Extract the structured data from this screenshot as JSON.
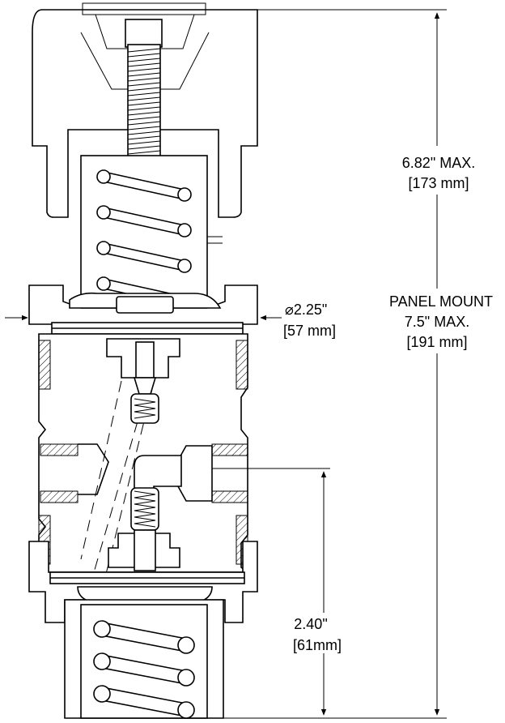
{
  "dimensions": {
    "overall_height": {
      "inches": "6.82\" MAX.",
      "mm": "[173 mm]"
    },
    "diameter": {
      "symbol": "⌀",
      "inches": "2.25\"",
      "mm": "[57 mm]"
    },
    "panel_mount": {
      "label": "PANEL MOUNT",
      "inches": "7.5\" MAX.",
      "mm": "[191 mm]"
    },
    "port_height": {
      "inches": "2.40\"",
      "mm": "[61mm]"
    }
  },
  "colors": {
    "line": "#000000",
    "background": "#ffffff"
  }
}
